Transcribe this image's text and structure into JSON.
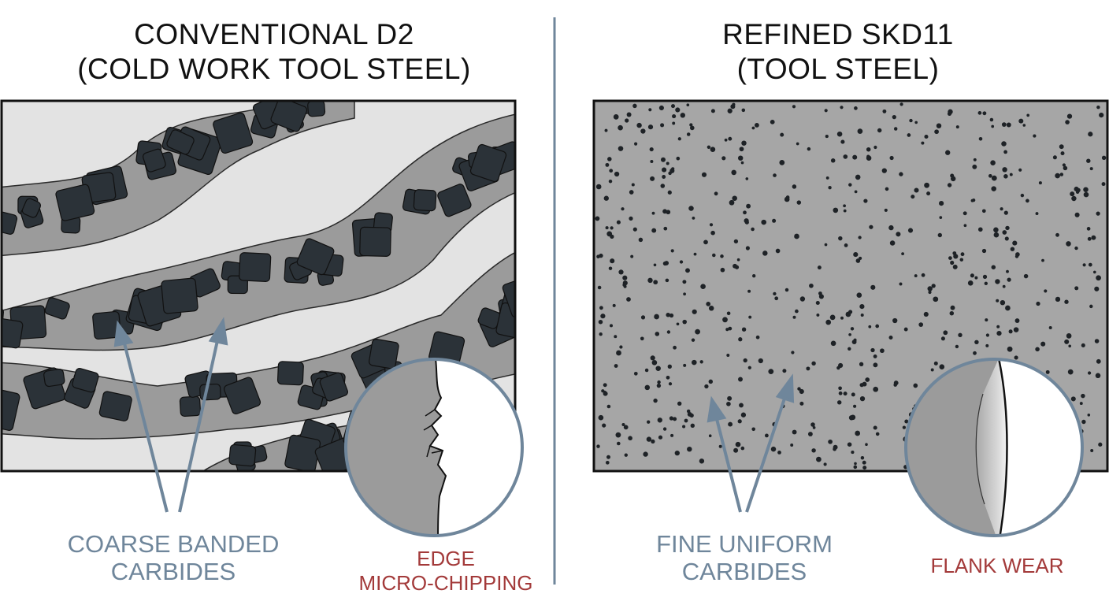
{
  "left": {
    "title_line1": "CONVENTIONAL D2",
    "title_line2": "(COLD WORK TOOL STEEL)",
    "carbide_label_line1": "COARSE BANDED",
    "carbide_label_line2": "CARBIDES",
    "edge_label_line1": "EDGE",
    "edge_label_line2": "MICRO-CHIPPING"
  },
  "right": {
    "title_line1": "REFINED SKD11",
    "title_line2": "(TOOL STEEL)",
    "carbide_label_line1": "FINE UNIFORM",
    "carbide_label_line2": "CARBIDES",
    "edge_label": "FLANK WEAR"
  },
  "colors": {
    "matrix_light": "#e3e3e3",
    "band_gray": "#9b9b9b",
    "carbide_dark": "#2b3238",
    "fine_matrix": "#a6a6a6",
    "arrow_blue": "#6f869b",
    "divider": "#6f869b",
    "label_red": "#a33a3a"
  }
}
